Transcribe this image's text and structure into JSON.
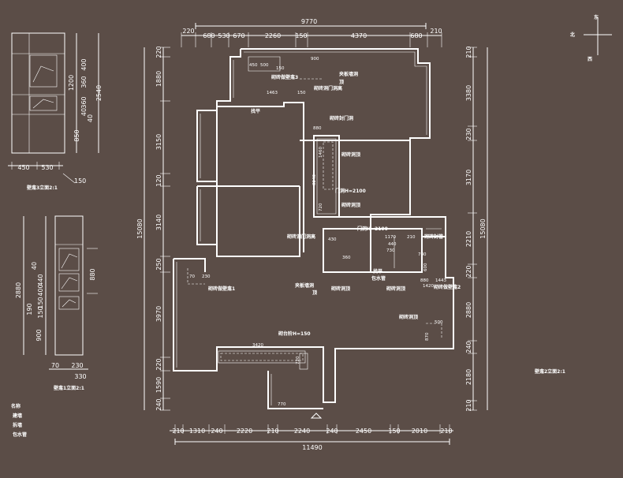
{
  "top_dims": {
    "total": "9770",
    "segments": [
      "220",
      "680",
      "530",
      "670",
      "2260",
      "150",
      "4370",
      "680",
      "210"
    ]
  },
  "bottom_dims": {
    "total": "11490",
    "segments": [
      "210",
      "1310",
      "240",
      "2220",
      "210",
      "2240",
      "240",
      "2450",
      "150",
      "2010",
      "210"
    ]
  },
  "left_dims": {
    "total": "15080",
    "segments": [
      "220",
      "1880",
      "3150",
      "120",
      "3140",
      "250",
      "3970",
      "220",
      "1590",
      "240"
    ]
  },
  "right_dims": {
    "total": "15080",
    "segments": [
      "210",
      "3380",
      "230",
      "3170",
      "2210",
      "220",
      "2880",
      "240",
      "2180",
      "210"
    ]
  },
  "compass": {
    "east": "东",
    "north": "北",
    "west": "西"
  },
  "cabinet3": {
    "title": "壁龛3立面2:1",
    "heights": [
      "1200",
      "400",
      "360",
      "360",
      "40",
      "40",
      "850",
      "2540"
    ],
    "widths": [
      "450",
      "530",
      "150"
    ]
  },
  "cabinet1": {
    "title": "壁龛1立面2:1",
    "heights": [
      "2880",
      "40",
      "440",
      "190",
      "400",
      "150",
      "150",
      "900",
      "880"
    ],
    "widths": [
      "70",
      "230",
      "330"
    ]
  },
  "cabinet2_title": "壁龛2立面2:1",
  "legend": {
    "name_label": "名称",
    "items": [
      "建墙",
      "拆墙",
      "包水管"
    ]
  },
  "labels": {
    "niche3": "砌砖做壁龛3",
    "ceiling_top": "夹板墙洞",
    "ceiling_top2": "顶",
    "door_high": "砌砖洞门洞高",
    "level": "找平",
    "door_top": "砌砖封门洞",
    "ceiling_a": "砌砖洞顶",
    "door_h2100": "门洞H=2100",
    "ceiling_b": "砌砖洞顶",
    "door_h2100b": "门洞H=2100",
    "door_high2": "砌砖洞门洞高",
    "wall_brick": "砌砖封管",
    "niche1": "砌砖做壁龛1",
    "clamp_wall": "夹板墙洞",
    "clamp_wall2": "顶",
    "ceiling_c": "砌砖洞顶",
    "level2": "找平",
    "pipe": "包水管",
    "ceiling_d": "砌砖洞顶",
    "niche2": "砌砖做壁龛2",
    "ceiling_e": "砌砖洞顶",
    "counter": "砌台阶H=150"
  },
  "small_dims": {
    "d150a": "150",
    "d900": "900",
    "d450_500": "450",
    "d500": "500",
    "d1463": "1463",
    "d880": "880",
    "d150b": "150",
    "d1460": "1460",
    "d3240": "3240",
    "d720": "720",
    "d430": "430",
    "d360": "360",
    "d1170": "1170",
    "d210": "210",
    "d440": "440",
    "d730": "730",
    "d780": "780",
    "d880b": "880",
    "d1420": "1420",
    "d600": "600",
    "d1443": "1443",
    "d70": "70",
    "d230": "230",
    "d500b": "500",
    "d870": "870",
    "d3420": "3420",
    "d720b": "720",
    "d770": "770"
  }
}
